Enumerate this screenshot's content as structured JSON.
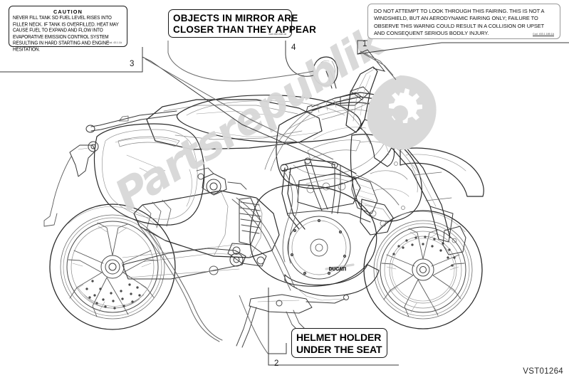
{
  "drawing": {
    "number": "VST01264"
  },
  "watermark": {
    "text": "Partsrepublik",
    "badge_icon": "gear-icon"
  },
  "decals": [
    {
      "id": "caution",
      "callout": "3",
      "header": "CAUTION",
      "body": "NEVER FILL TANK SO FUEL LEVEL RISES INTO FILLER NECK. IF TANK IS OVERFILLED. HEAT MAY CAUSE FUEL TO EXPAND AND FLOW INTO EVAPORATIVE EMISSION CONTROL SYSTEM RESULTING IN HARD STARTING AND ENGINE HESITATION.",
      "code": "Cod. 43.1.1A"
    },
    {
      "id": "mirror",
      "callout": "4",
      "line1": "OBJECTS IN MIRROR ARE",
      "line2": "CLOSER THAN THEY APPEAR",
      "code": "Cod.4301.160.1A"
    },
    {
      "id": "fairing",
      "callout": "1",
      "body": "DO NOT ATTEMPT TO LOOK THROUGH THIS FAIRING. THIS IS NOT A WINDSHIELD, BUT AN AERODYNAMIC FAIRING ONLY; FAILURE TO OBSERVE THIS WARNIG COULD RESULT IN A COLLISION OR UPSET AND CONSEQUENT SERIOUS BODILY INJURY.",
      "code": "Cod. 433.1.185.1A"
    },
    {
      "id": "helmet",
      "callout": "2",
      "line1": "HELMET HOLDER",
      "line2": "UNDER THE SEAT"
    }
  ],
  "callouts": {
    "one": "1",
    "two": "2",
    "three": "3",
    "four": "4"
  }
}
